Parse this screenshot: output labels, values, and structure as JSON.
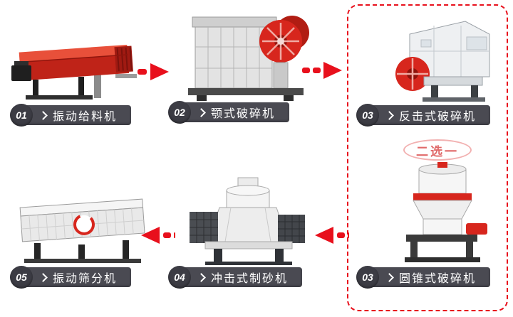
{
  "colors": {
    "arrow_red": "#e8101c",
    "machine_red": "#d7261d",
    "badge_bg": "#3c3c44",
    "banner_bg": "#4a4a52",
    "choice_border": "#f2b1b1",
    "choice_text": "#e06a6a"
  },
  "steps": [
    {
      "number": "01",
      "label": "振动给料机",
      "machine": "vibrating-feeder"
    },
    {
      "number": "02",
      "label": "颚式破碎机",
      "machine": "jaw-crusher"
    },
    {
      "number": "03",
      "label": "反击式破碎机",
      "machine": "impact-crusher"
    },
    {
      "number": "03",
      "label": "圆锥式破碎机",
      "machine": "cone-crusher"
    },
    {
      "number": "04",
      "label": "冲击式制砂机",
      "machine": "sand-maker"
    },
    {
      "number": "05",
      "label": "振动筛分机",
      "machine": "vibrating-screen"
    }
  ],
  "choice": {
    "label": "二选一"
  }
}
